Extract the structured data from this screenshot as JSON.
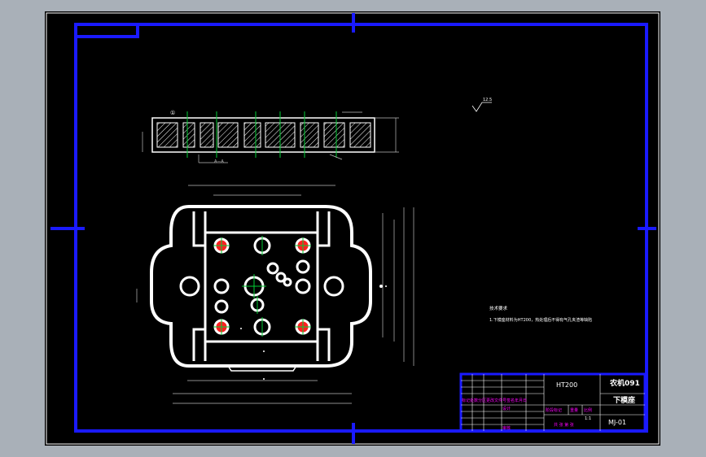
{
  "colors": {
    "background": "#000000",
    "frame": "#1a1aff",
    "part": "#ffffff",
    "centerline": "#00cc33",
    "hole_fill": "#ff2020",
    "hatch": "#ffffff",
    "dimension": "#bbbbbb",
    "title_block_magenta": "#ff00ff",
    "title_block_text": "#ffffff"
  },
  "notes": {
    "heading": "技术要求",
    "line1": "1.下模座材料为HT200，热处理后不得有气孔夹渣等缺陷"
  },
  "roughness_symbol": "12.5",
  "section_marks": {
    "top_label": "①",
    "bottom_label": "A—A"
  },
  "title_block": {
    "material": "HT200",
    "drawing_name_line1": "农机091",
    "drawing_name_line2": "下模座",
    "drawing_number": "MJ-01",
    "scale_value": "1:1",
    "row_labels": [
      "标记处数分区更改文件号签名年月日",
      "设计",
      "审核"
    ],
    "mid_labels": [
      "阶段标记",
      "重量",
      "比例"
    ],
    "sheet_label": "共 张 第 张"
  }
}
